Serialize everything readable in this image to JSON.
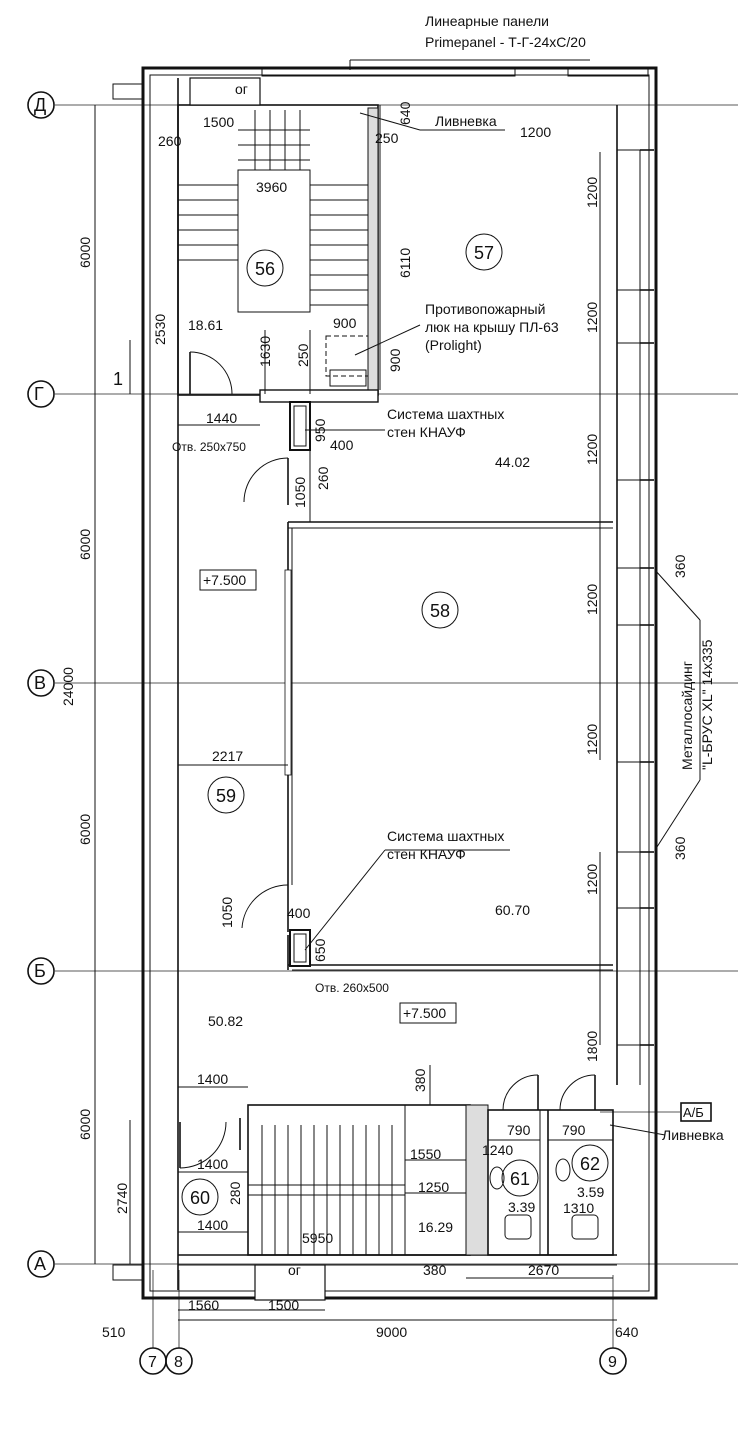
{
  "header": {
    "panel_line1": "Линеарные панели",
    "panel_line2": "Primepanel - Т-Г-24хС/20"
  },
  "axes": {
    "rows": [
      {
        "id": "row-D",
        "label": "Д"
      },
      {
        "id": "row-G",
        "label": "Г"
      },
      {
        "id": "row-V",
        "label": "В"
      },
      {
        "id": "row-B",
        "label": "Б"
      },
      {
        "id": "row-A",
        "label": "А"
      }
    ],
    "cols": [
      {
        "id": "col-7",
        "label": "7"
      },
      {
        "id": "col-8",
        "label": "8"
      },
      {
        "id": "col-9",
        "label": "9"
      }
    ],
    "aux_label": "А/Б",
    "section_mark": "1"
  },
  "rooms": {
    "r56": "56",
    "r57": "57",
    "r58": "58",
    "r59": "59",
    "r60": "60",
    "r61": "61",
    "r62": "62"
  },
  "areas": {
    "a56": "18.61",
    "a57": "44.02",
    "a58": "60.70",
    "a59": "50.82",
    "a60": "16.29",
    "a61": "3.39",
    "a62": "3.59"
  },
  "levels": {
    "l1": "+7.500",
    "l2": "+7.500"
  },
  "notes": {
    "drain1": "Ливневка",
    "drain2": "Ливневка",
    "og1": "ог",
    "og2": "ог",
    "hatch_line1": "Противопожарный",
    "hatch_line2": "люк на крышу ПЛ-63",
    "hatch_line3": "(Prolight)",
    "shaft1_line1": "Система шахтных",
    "shaft1_line2": "стен КНАУФ",
    "shaft2_line1": "Система шахтных",
    "shaft2_line2": "стен КНАУФ",
    "opening1": "Отв. 250х750",
    "opening2": "Отв. 260х500",
    "siding_line1": "Металлосайдинг",
    "siding_line2": "\"L-БРУС XL\" 14х335"
  },
  "dims": {
    "left_6000_1": "6000",
    "left_6000_2": "6000",
    "left_6000_3": "6000",
    "left_6000_4": "6000",
    "left_total": "24000",
    "d2530": "2530",
    "d2740": "2740",
    "d1500_top": "1500",
    "d260_top": "260",
    "d250_a": "250",
    "d640_top": "640",
    "d1200_top": "1200",
    "d3960": "3960",
    "d6110": "6110",
    "d900_a": "900",
    "d900_b": "900",
    "d1630": "1630",
    "d250_b": "250",
    "d1440": "1440",
    "d950": "950",
    "d400_a": "400",
    "d1050_a": "1050",
    "d260_b": "260",
    "r1200_1": "1200",
    "r1200_2": "1200",
    "r1200_3": "1200",
    "r1200_4": "1200",
    "r1200_5": "1200",
    "r1200_6": "1200",
    "r360_1": "360",
    "r360_2": "360",
    "r1800": "1800",
    "d2217": "2217",
    "d1050_b": "1050",
    "d400_b": "400",
    "d650": "650",
    "d380_a": "380",
    "d1400_a": "1400",
    "d1400_b": "1400",
    "d1400_c": "1400",
    "d280": "280",
    "d1550": "1550",
    "d1250": "1250",
    "d5950": "5950",
    "d790_a": "790",
    "d790_b": "790",
    "d1240": "1240",
    "d1310": "1310",
    "d380_b": "380",
    "d2670": "2670",
    "d1560": "1560",
    "d1500_bot": "1500",
    "bot_510": "510",
    "bot_9000": "9000",
    "bot_640": "640"
  }
}
